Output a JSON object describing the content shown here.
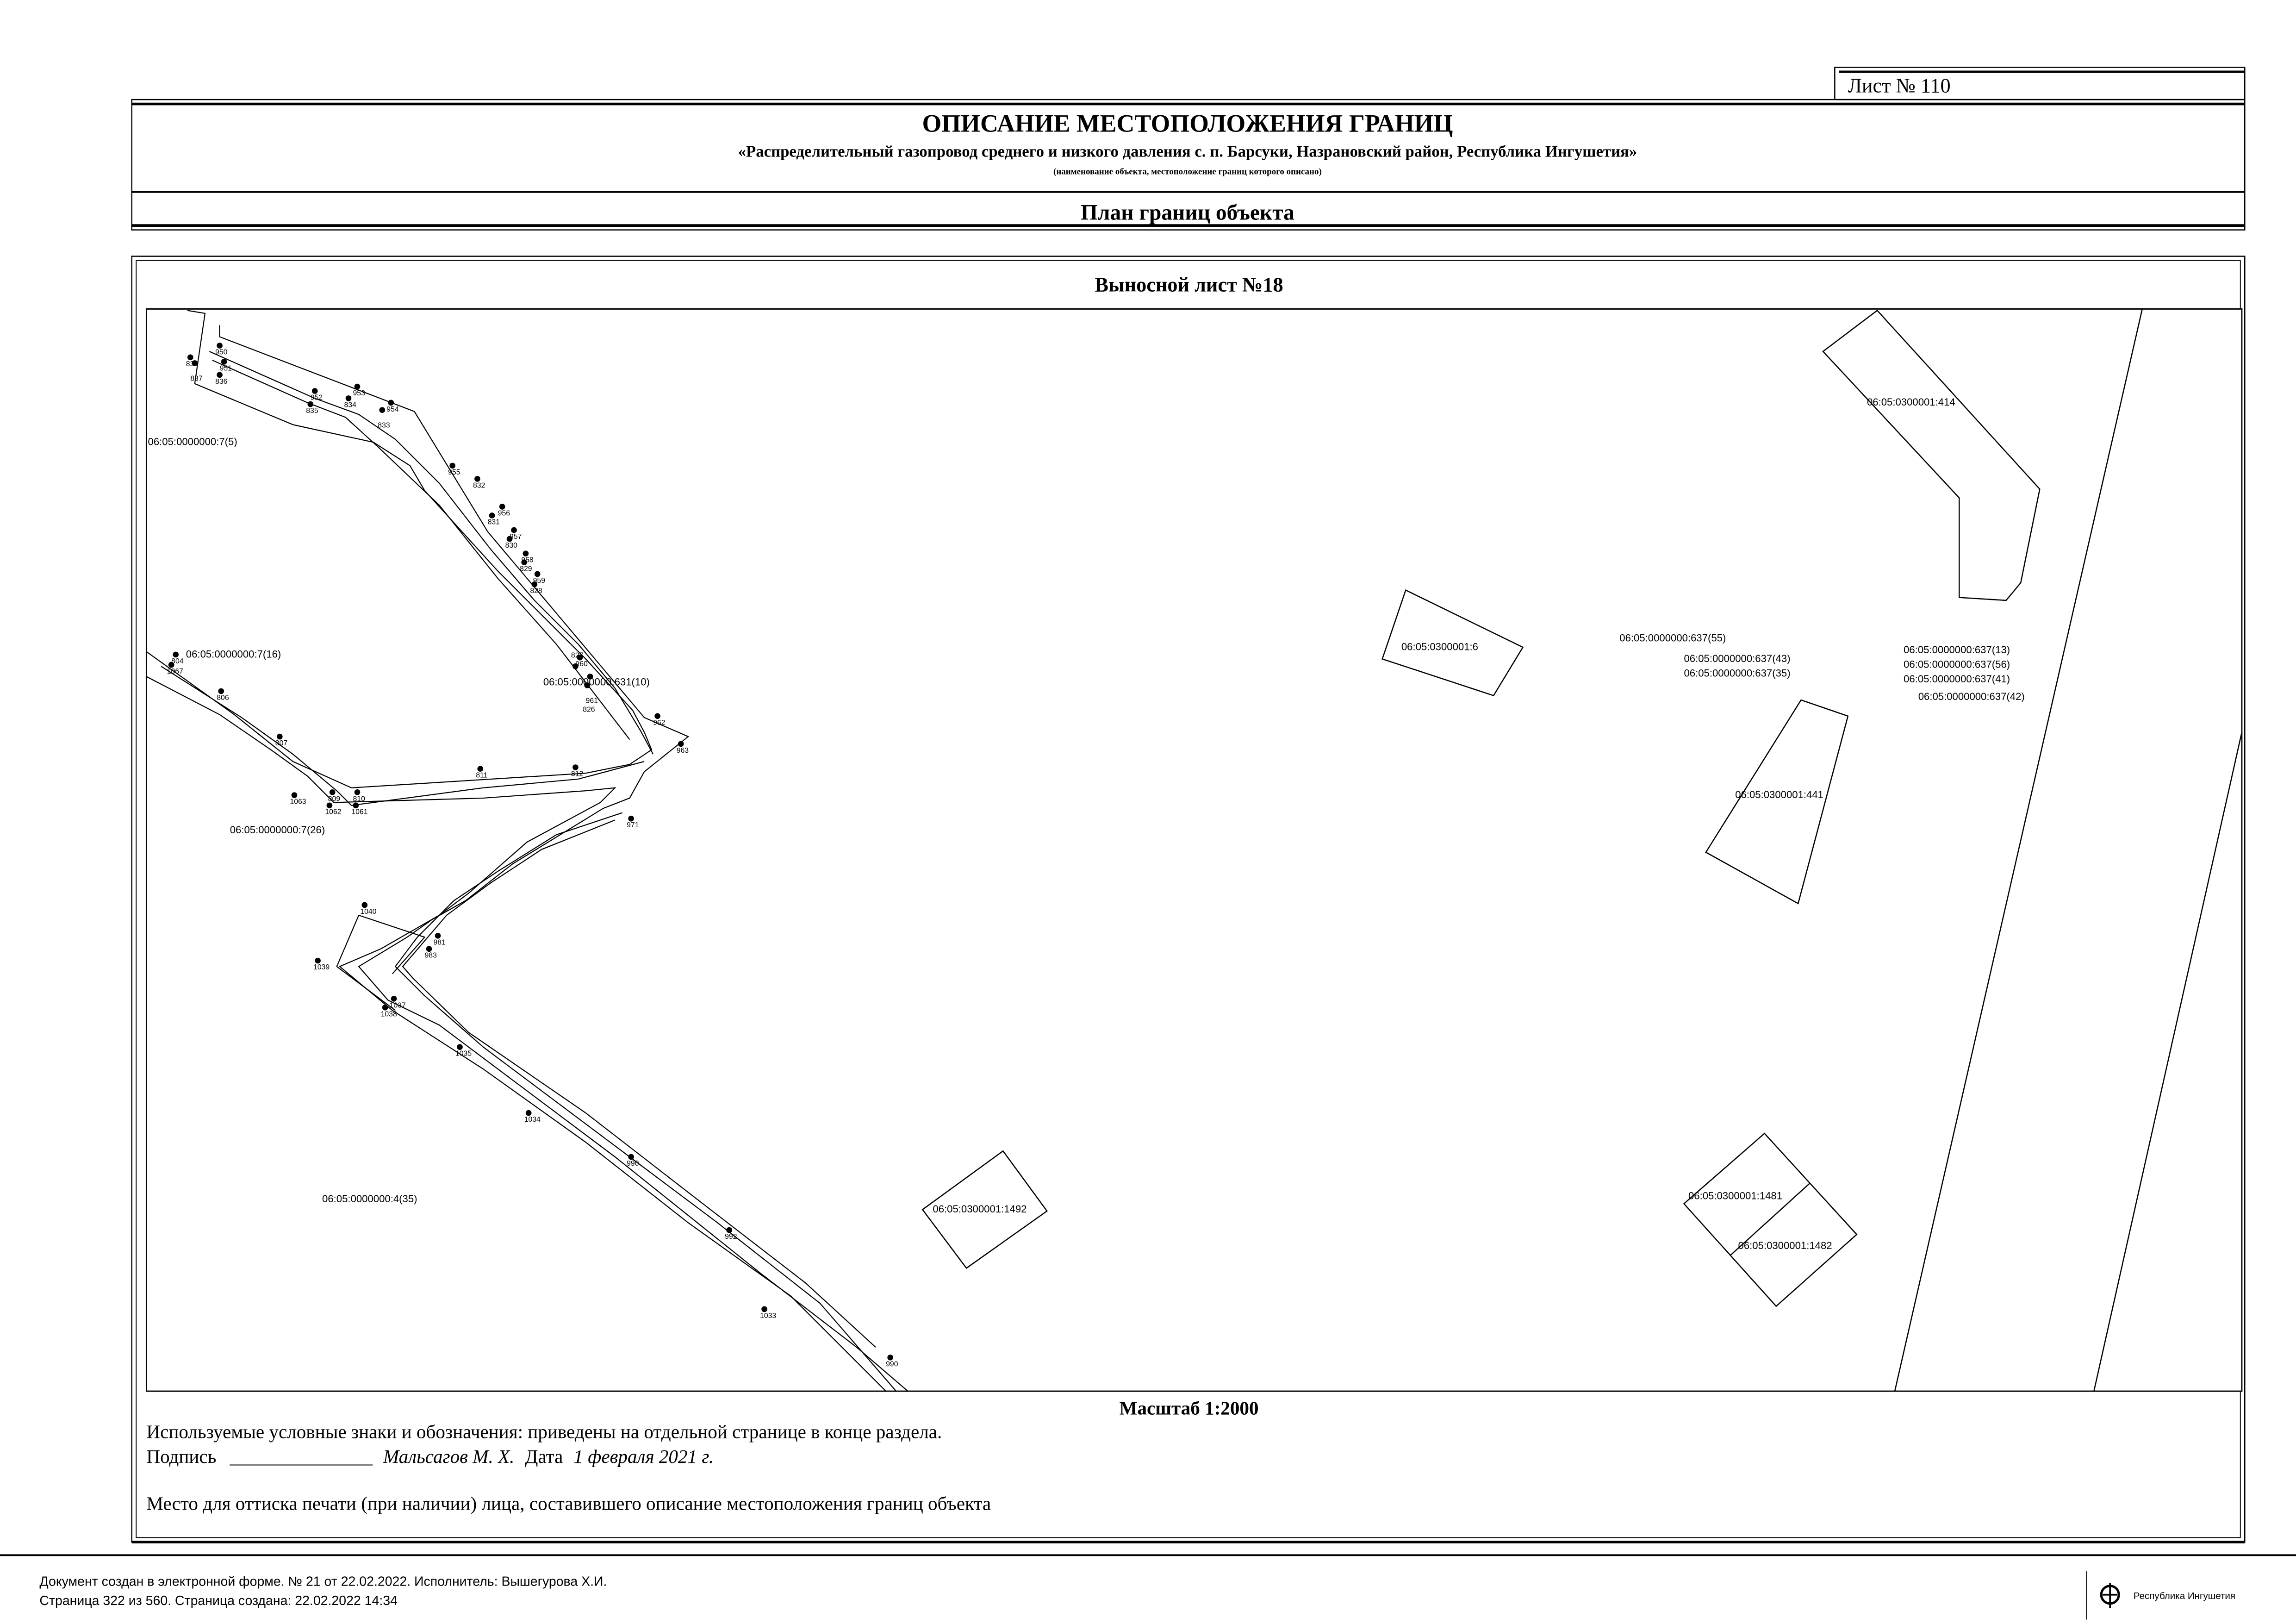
{
  "sheet": {
    "label": "Лист № 110"
  },
  "header": {
    "title": "ОПИСАНИЕ МЕСТОПОЛОЖЕНИЯ ГРАНИЦ",
    "object_name": "«Распределительный газопровод среднего и низкого давления с. п. Барсуки, Назрановский район, Республика Ингушетия»",
    "object_caption": "(наименование объекта, местоположение границ которого описано)",
    "section": "План границ объекта"
  },
  "plan": {
    "title": "Выносной лист №18",
    "scale": "Масштаб 1:2000",
    "parcel_labels": [
      "06:05:0000000:7(5)",
      "06:05:0000000:7(16)",
      "06:05:0000000:631(10)",
      "06:05:0000000:7(26)",
      "06:05:0000000:4(35)",
      "06:05:0300001:1492",
      "06:05:0300001:6",
      "06:05:0000000:637(55)",
      "06:05:0000000:637(43)",
      "06:05:0000000:637(35)",
      "06:05:0000000:637(13)",
      "06:05:0000000:637(56)",
      "06:05:0000000:637(41)",
      "06:05:0000000:637(42)",
      "06:05:0300001:414",
      "06:05:0300001:441",
      "06:05:0300001:1481",
      "06:05:0300001:1482"
    ],
    "point_labels": [
      "838",
      "837",
      "950",
      "951",
      "836",
      "952",
      "835",
      "953",
      "834",
      "954",
      "833",
      "955",
      "832",
      "956",
      "831",
      "957",
      "830",
      "958",
      "829",
      "959",
      "828",
      "960",
      "827",
      "961",
      "826",
      "962",
      "963",
      "804",
      "1067",
      "806",
      "807",
      "1063",
      "1062",
      "1061",
      "809",
      "810",
      "811",
      "812",
      "971",
      "1040",
      "1039",
      "1038",
      "1037",
      "981",
      "983",
      "1035",
      "1034",
      "990",
      "992",
      "1033",
      "990"
    ]
  },
  "notes": {
    "legend": "Используемые условные знаки и обозначения: приведены на отдельной странице в конце раздела.",
    "signature_label": "Подпись",
    "signature_line": "_______________",
    "signer": "Мальсагов М. Х.",
    "date_label": "Дата",
    "date": "1 февраля 2021 г.",
    "stamp": "Место для оттиска печати (при наличии) лица, составившего описание местоположения границ объекта"
  },
  "footer": {
    "line1": "Документ создан в электронной форме. № 21 от 22.02.2022. Исполнитель: Вышегурова Х.И.",
    "line2": "Страница 322 из 560. Страница создана: 22.02.2022 14:34",
    "logo_text": "Республика Ингушетия"
  }
}
